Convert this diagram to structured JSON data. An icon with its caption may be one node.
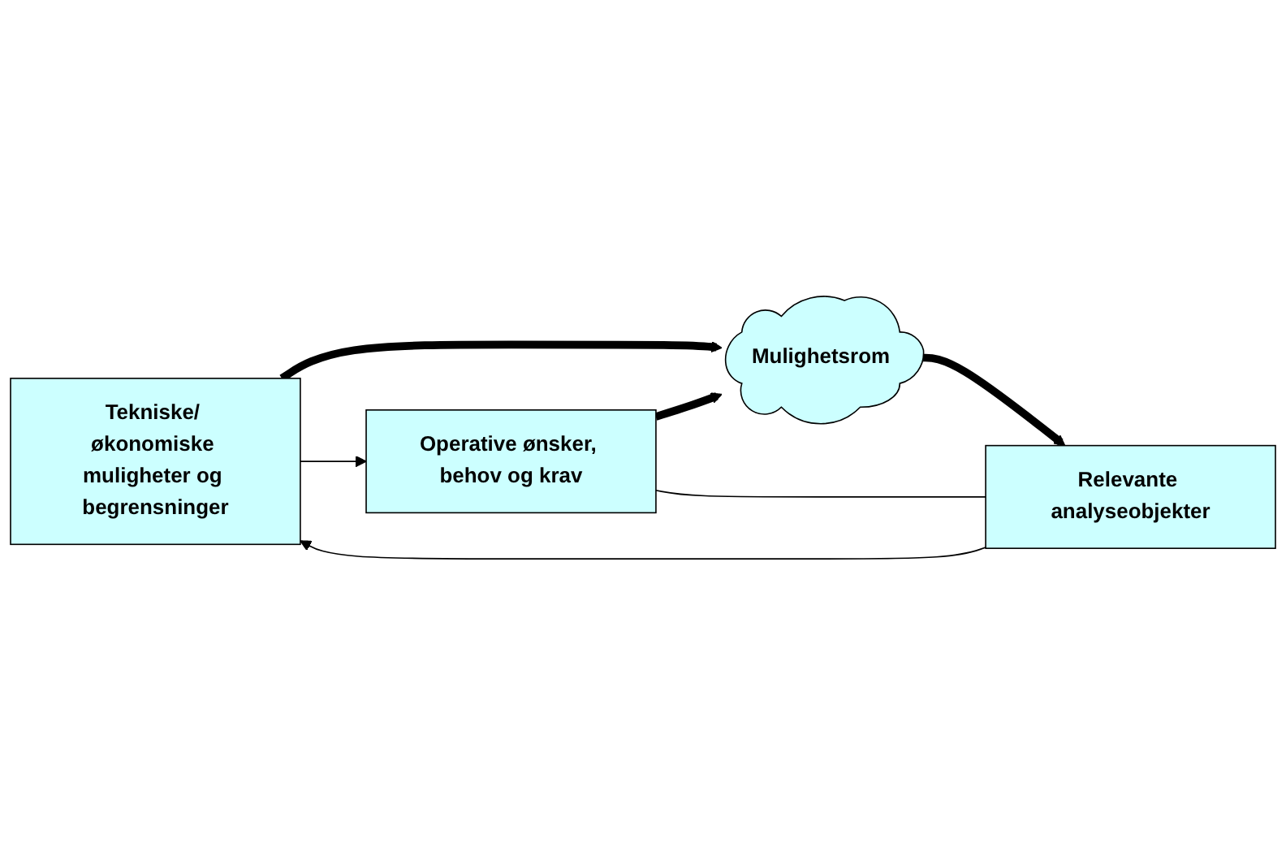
{
  "diagram": {
    "nodes": [
      {
        "text": [
          "Tekniske/ økonomiske muligheter og begrensninger"
        ]
      },
      {
        "text": [
          "Mulighetsrom"
        ]
      },
      {
        "text": [
          "Operative ønsker, behov og krav"
        ]
      },
      {
        "text": [
          "Relevante analyseobjekter"
        ]
      }
    ],
    "edges": [
      {
        "from": 0,
        "to": 1,
        "arrow": "to",
        "style": "thick"
      },
      {
        "from": 2,
        "to": 1,
        "arrow": "to",
        "style": "thick"
      },
      {
        "from": 1,
        "to": 3,
        "arrow": "to",
        "style": "thick"
      },
      {
        "from": 0,
        "to": 2,
        "arrow": "to"
      },
      {
        "from": 2,
        "to": 3,
        "arrow": "none"
      },
      {
        "from": 3,
        "to": 0,
        "arrow": "to"
      }
    ]
  }
}
